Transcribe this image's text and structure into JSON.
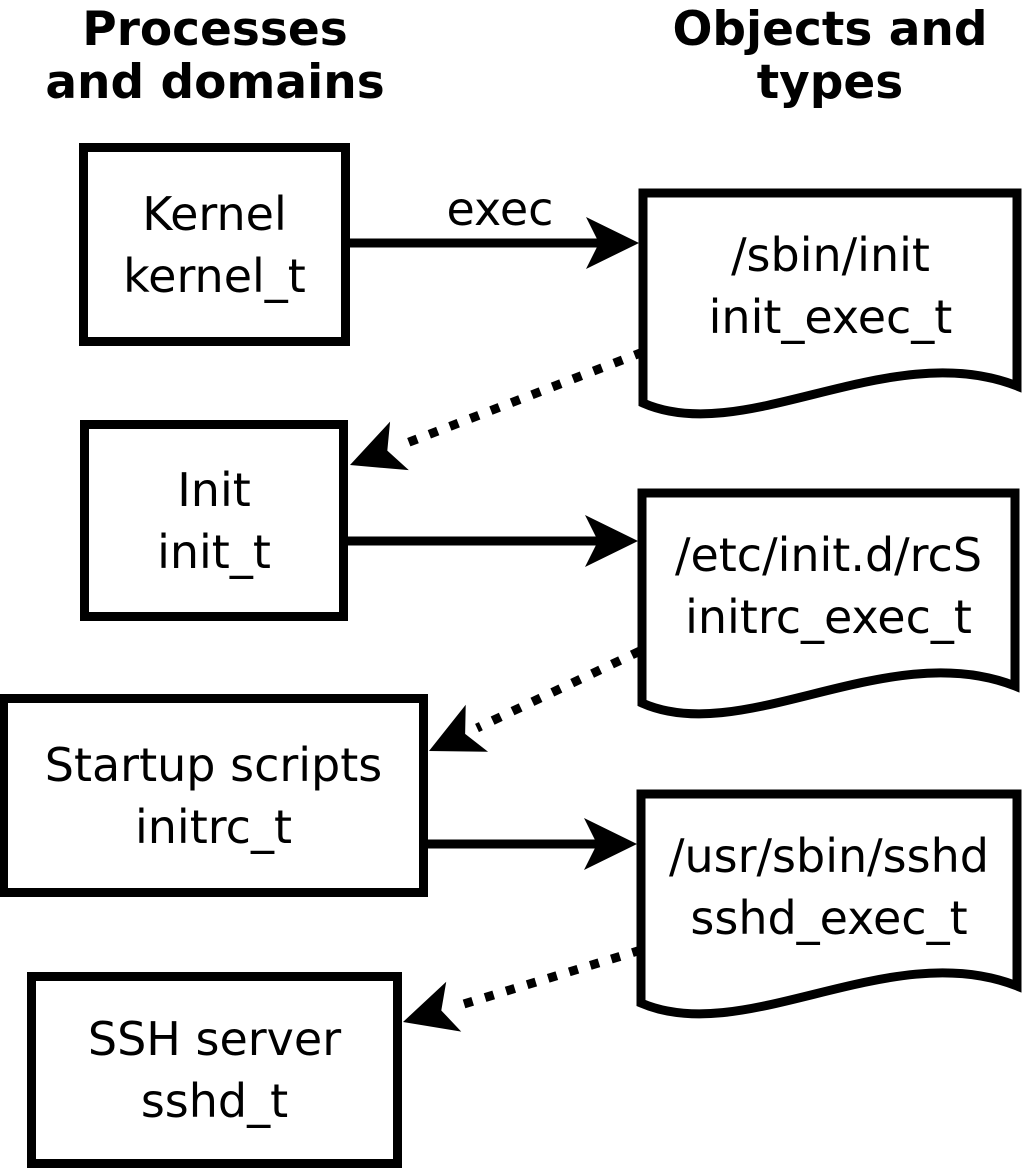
{
  "headers": {
    "left": [
      "Processes",
      "and domains"
    ],
    "right": [
      "Objects and",
      "types"
    ]
  },
  "arrow_label": "exec",
  "processes": [
    {
      "name": "Kernel",
      "type": "kernel_t"
    },
    {
      "name": "Init",
      "type": "init_t"
    },
    {
      "name": "Startup scripts",
      "type": "initrc_t"
    },
    {
      "name": "SSH server",
      "type": "sshd_t"
    }
  ],
  "objects": [
    {
      "path": "/sbin/init",
      "type": "init_exec_t"
    },
    {
      "path": "/etc/init.d/rcS",
      "type": "initrc_exec_t"
    },
    {
      "path": "/usr/sbin/sshd",
      "type": "sshd_exec_t"
    }
  ],
  "colors": {
    "ink": "#000000",
    "background": "#ffffff"
  }
}
